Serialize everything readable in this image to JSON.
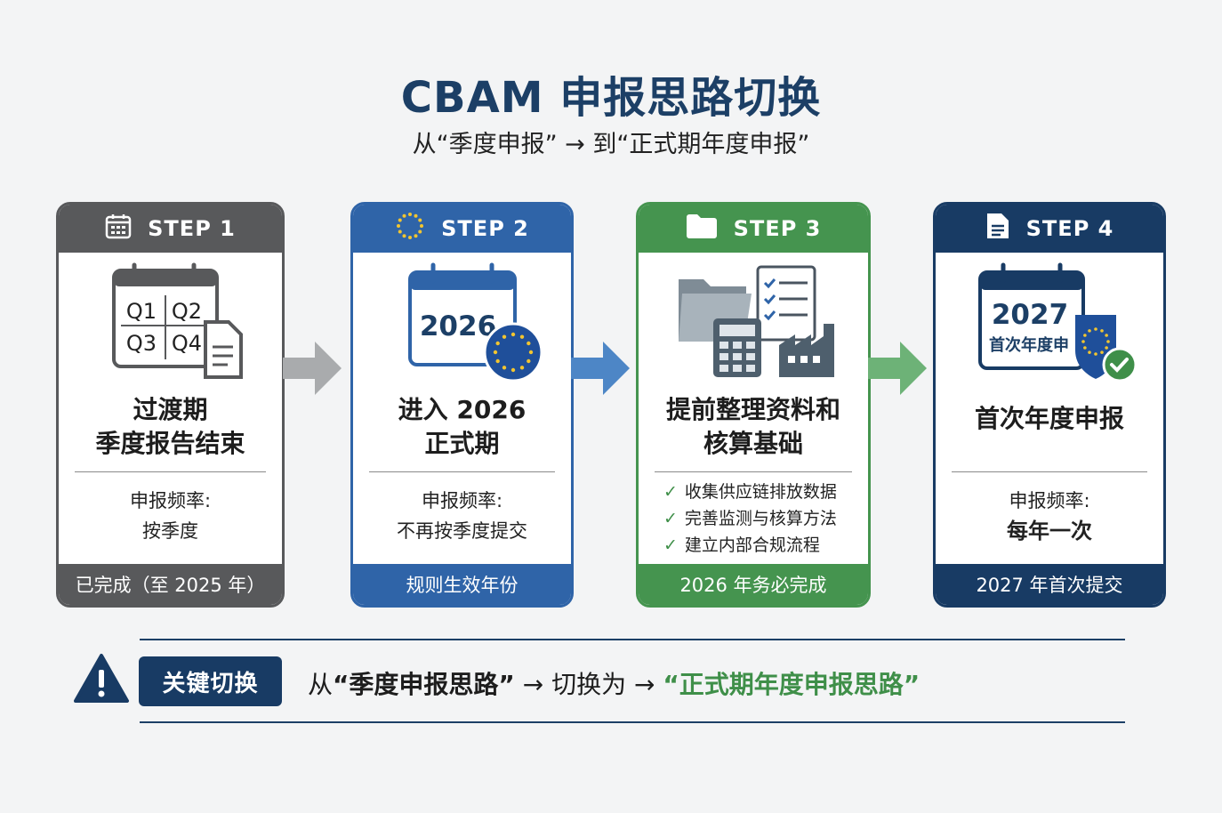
{
  "header": {
    "title": "CBAM 申报思路切换",
    "subtitle": "从“季度申报” → 到“正式期年度申报”"
  },
  "colors": {
    "step1": "#58595b",
    "step2": "#2f64a8",
    "step3": "#45944f",
    "step4": "#183b64",
    "accent_green": "#3f8f49",
    "title_navy": "#1c3f66"
  },
  "steps": [
    {
      "label": "STEP 1",
      "icon": "calendar-grid-icon",
      "art": {
        "q1": "Q1",
        "q2": "Q2",
        "q3": "Q3",
        "q4": "Q4"
      },
      "title_line1": "过渡期",
      "title_line2": "季度报告结束",
      "freq_label": "申报频率:",
      "freq_value": "按季度",
      "footer": "已完成（至 2025 年）"
    },
    {
      "label": "STEP 2",
      "icon": "eu-stars-icon",
      "art": {
        "year": "2026"
      },
      "title_line1": "进入 2026",
      "title_line2": "正式期",
      "freq_label": "申报频率:",
      "freq_value": "不再按季度提交",
      "footer": "规则生效年份"
    },
    {
      "label": "STEP 3",
      "icon": "folder-icon",
      "title_line1": "提前整理资料和",
      "title_line2": "核算基础",
      "checklist": [
        "收集供应链排放数据",
        "完善监测与核算方法",
        "建立内部合规流程"
      ],
      "footer": "2026 年务必完成"
    },
    {
      "label": "STEP 4",
      "icon": "document-icon",
      "art": {
        "year": "2027",
        "caption": "首次年度申"
      },
      "title_line1": "首次年度申报",
      "freq_label": "申报频率:",
      "freq_value": "每年一次",
      "footer": "2027 年首次提交"
    }
  ],
  "key_switch": {
    "badge": "关键切换",
    "from": "从",
    "from_value": "“季度申报思路”",
    "middle": " → 切换为 → ",
    "to_value": "“正式期年度申报思路”"
  }
}
